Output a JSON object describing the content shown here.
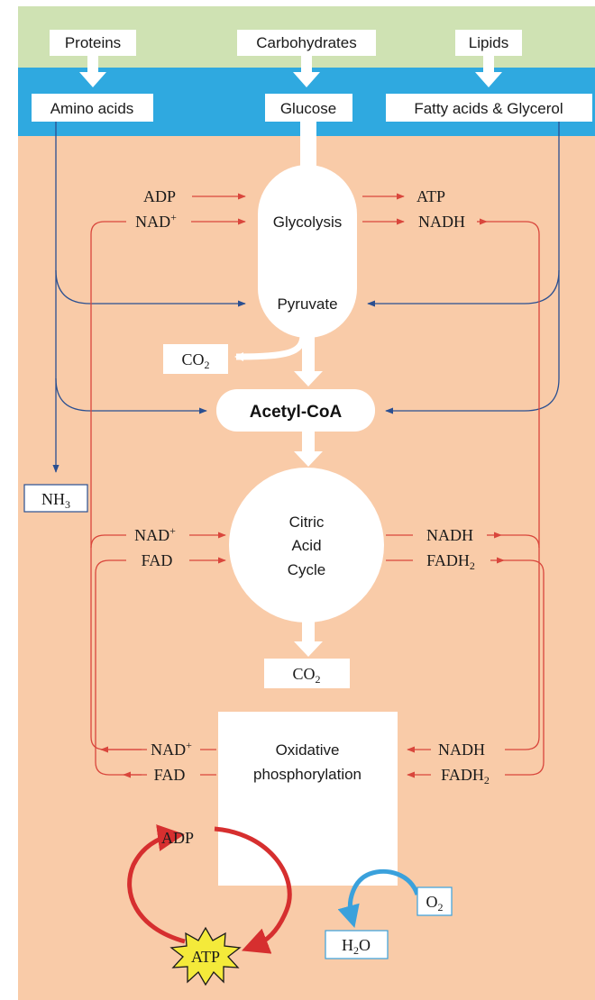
{
  "colors": {
    "top_band": "#cfe2b3",
    "blue_band": "#2fa9e0",
    "background": "#f9cba8",
    "red_arrow": "#d9463c",
    "blue_arrow": "#2a4f91",
    "star_fill": "#f4ea3a",
    "cycle_arrow": "#d62f2f",
    "water_arrow": "#3aa1dc"
  },
  "sources": {
    "proteins": "Proteins",
    "carbohydrates": "Carbohydrates",
    "lipids": "Lipids"
  },
  "monomers": {
    "amino_acids": "Amino acids",
    "glucose": "Glucose",
    "fatty_acids": "Fatty acids & Glycerol"
  },
  "glycolysis": {
    "name": "Glycolysis",
    "product": "Pyruvate",
    "in_left": [
      "ADP",
      "NAD"
    ],
    "out_right": [
      "ATP",
      "NADH"
    ]
  },
  "acetyl_coa": "Acetyl-CoA",
  "co2": "CO",
  "co2_sub": "2",
  "nh3": "NH",
  "nh3_sub": "3",
  "plus": "+",
  "citric": {
    "lines": [
      "Citric",
      "Acid",
      "Cycle"
    ],
    "in_left": [
      "NAD",
      "FAD"
    ],
    "out_right": [
      "NADH",
      "FADH"
    ]
  },
  "oxphos": {
    "lines": [
      "Oxidative",
      "phosphorylation"
    ],
    "out_left": [
      "NAD",
      "FAD"
    ],
    "in_right": [
      "NADH",
      "FADH"
    ]
  },
  "atp_cycle": {
    "adp": "ADP",
    "atp": "ATP"
  },
  "water": {
    "o2": "O",
    "o2_sub": "2",
    "h2o_h": "H",
    "h2o_sub": "2",
    "h2o_o": "O"
  }
}
